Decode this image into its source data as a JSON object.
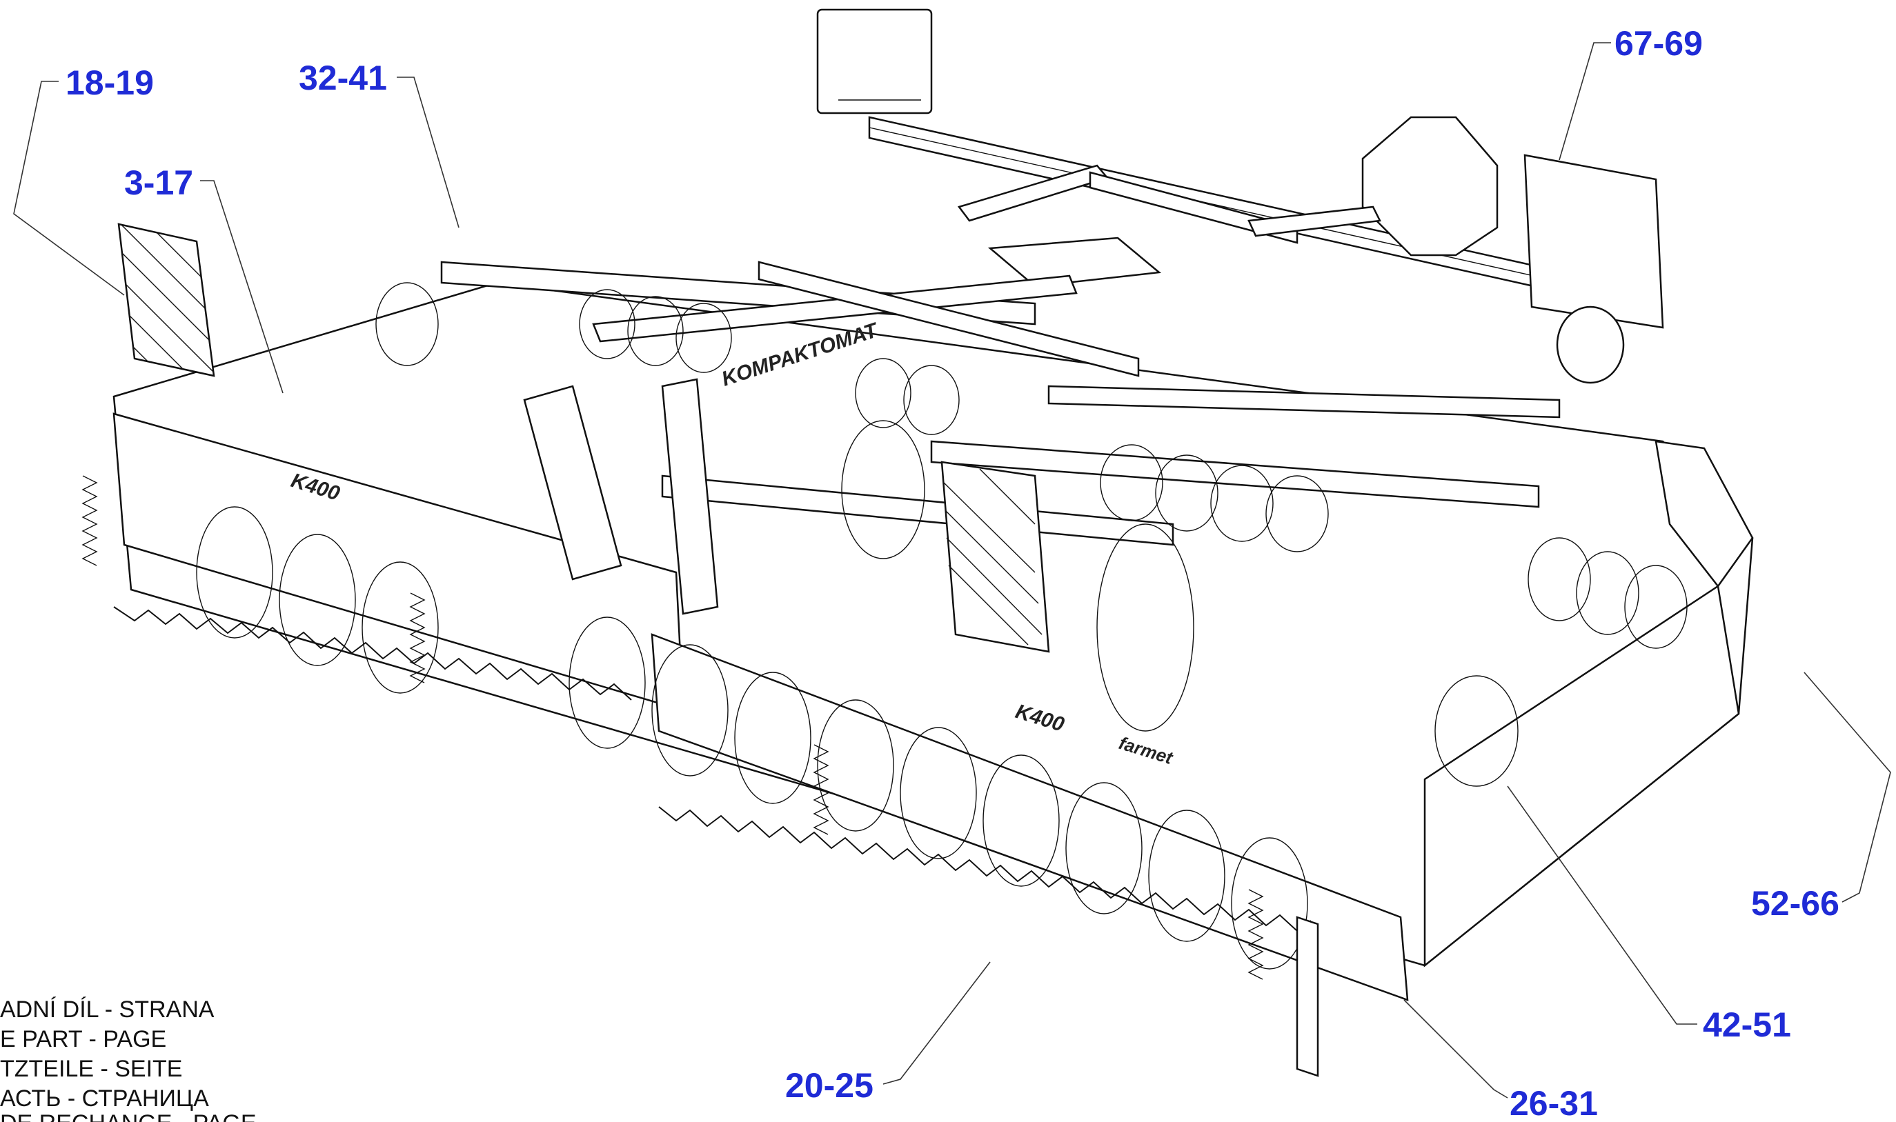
{
  "callouts": [
    {
      "id": "c1",
      "label": "18-19"
    },
    {
      "id": "c2",
      "label": "32-41"
    },
    {
      "id": "c3",
      "label": "3-17"
    },
    {
      "id": "c4",
      "label": "67-69"
    },
    {
      "id": "c5",
      "label": "52-66"
    },
    {
      "id": "c6",
      "label": "42-51"
    },
    {
      "id": "c7",
      "label": "20-25"
    },
    {
      "id": "c8",
      "label": "26-31"
    }
  ],
  "machine_text": {
    "kompaktomat": "KOMPAKTOMAT",
    "model_left": "K400",
    "model_right": "K400",
    "brand": "farmet"
  },
  "legend": [
    "ADNÍ DÍL - STRANA",
    "E PART - PAGE",
    "TZTEILE - SEITE",
    "АСТЬ - СТРАНИЦА",
    "DE RECHANGE - PAGE"
  ],
  "colors": {
    "callout": "#1f2bd6",
    "ink": "#111111"
  }
}
